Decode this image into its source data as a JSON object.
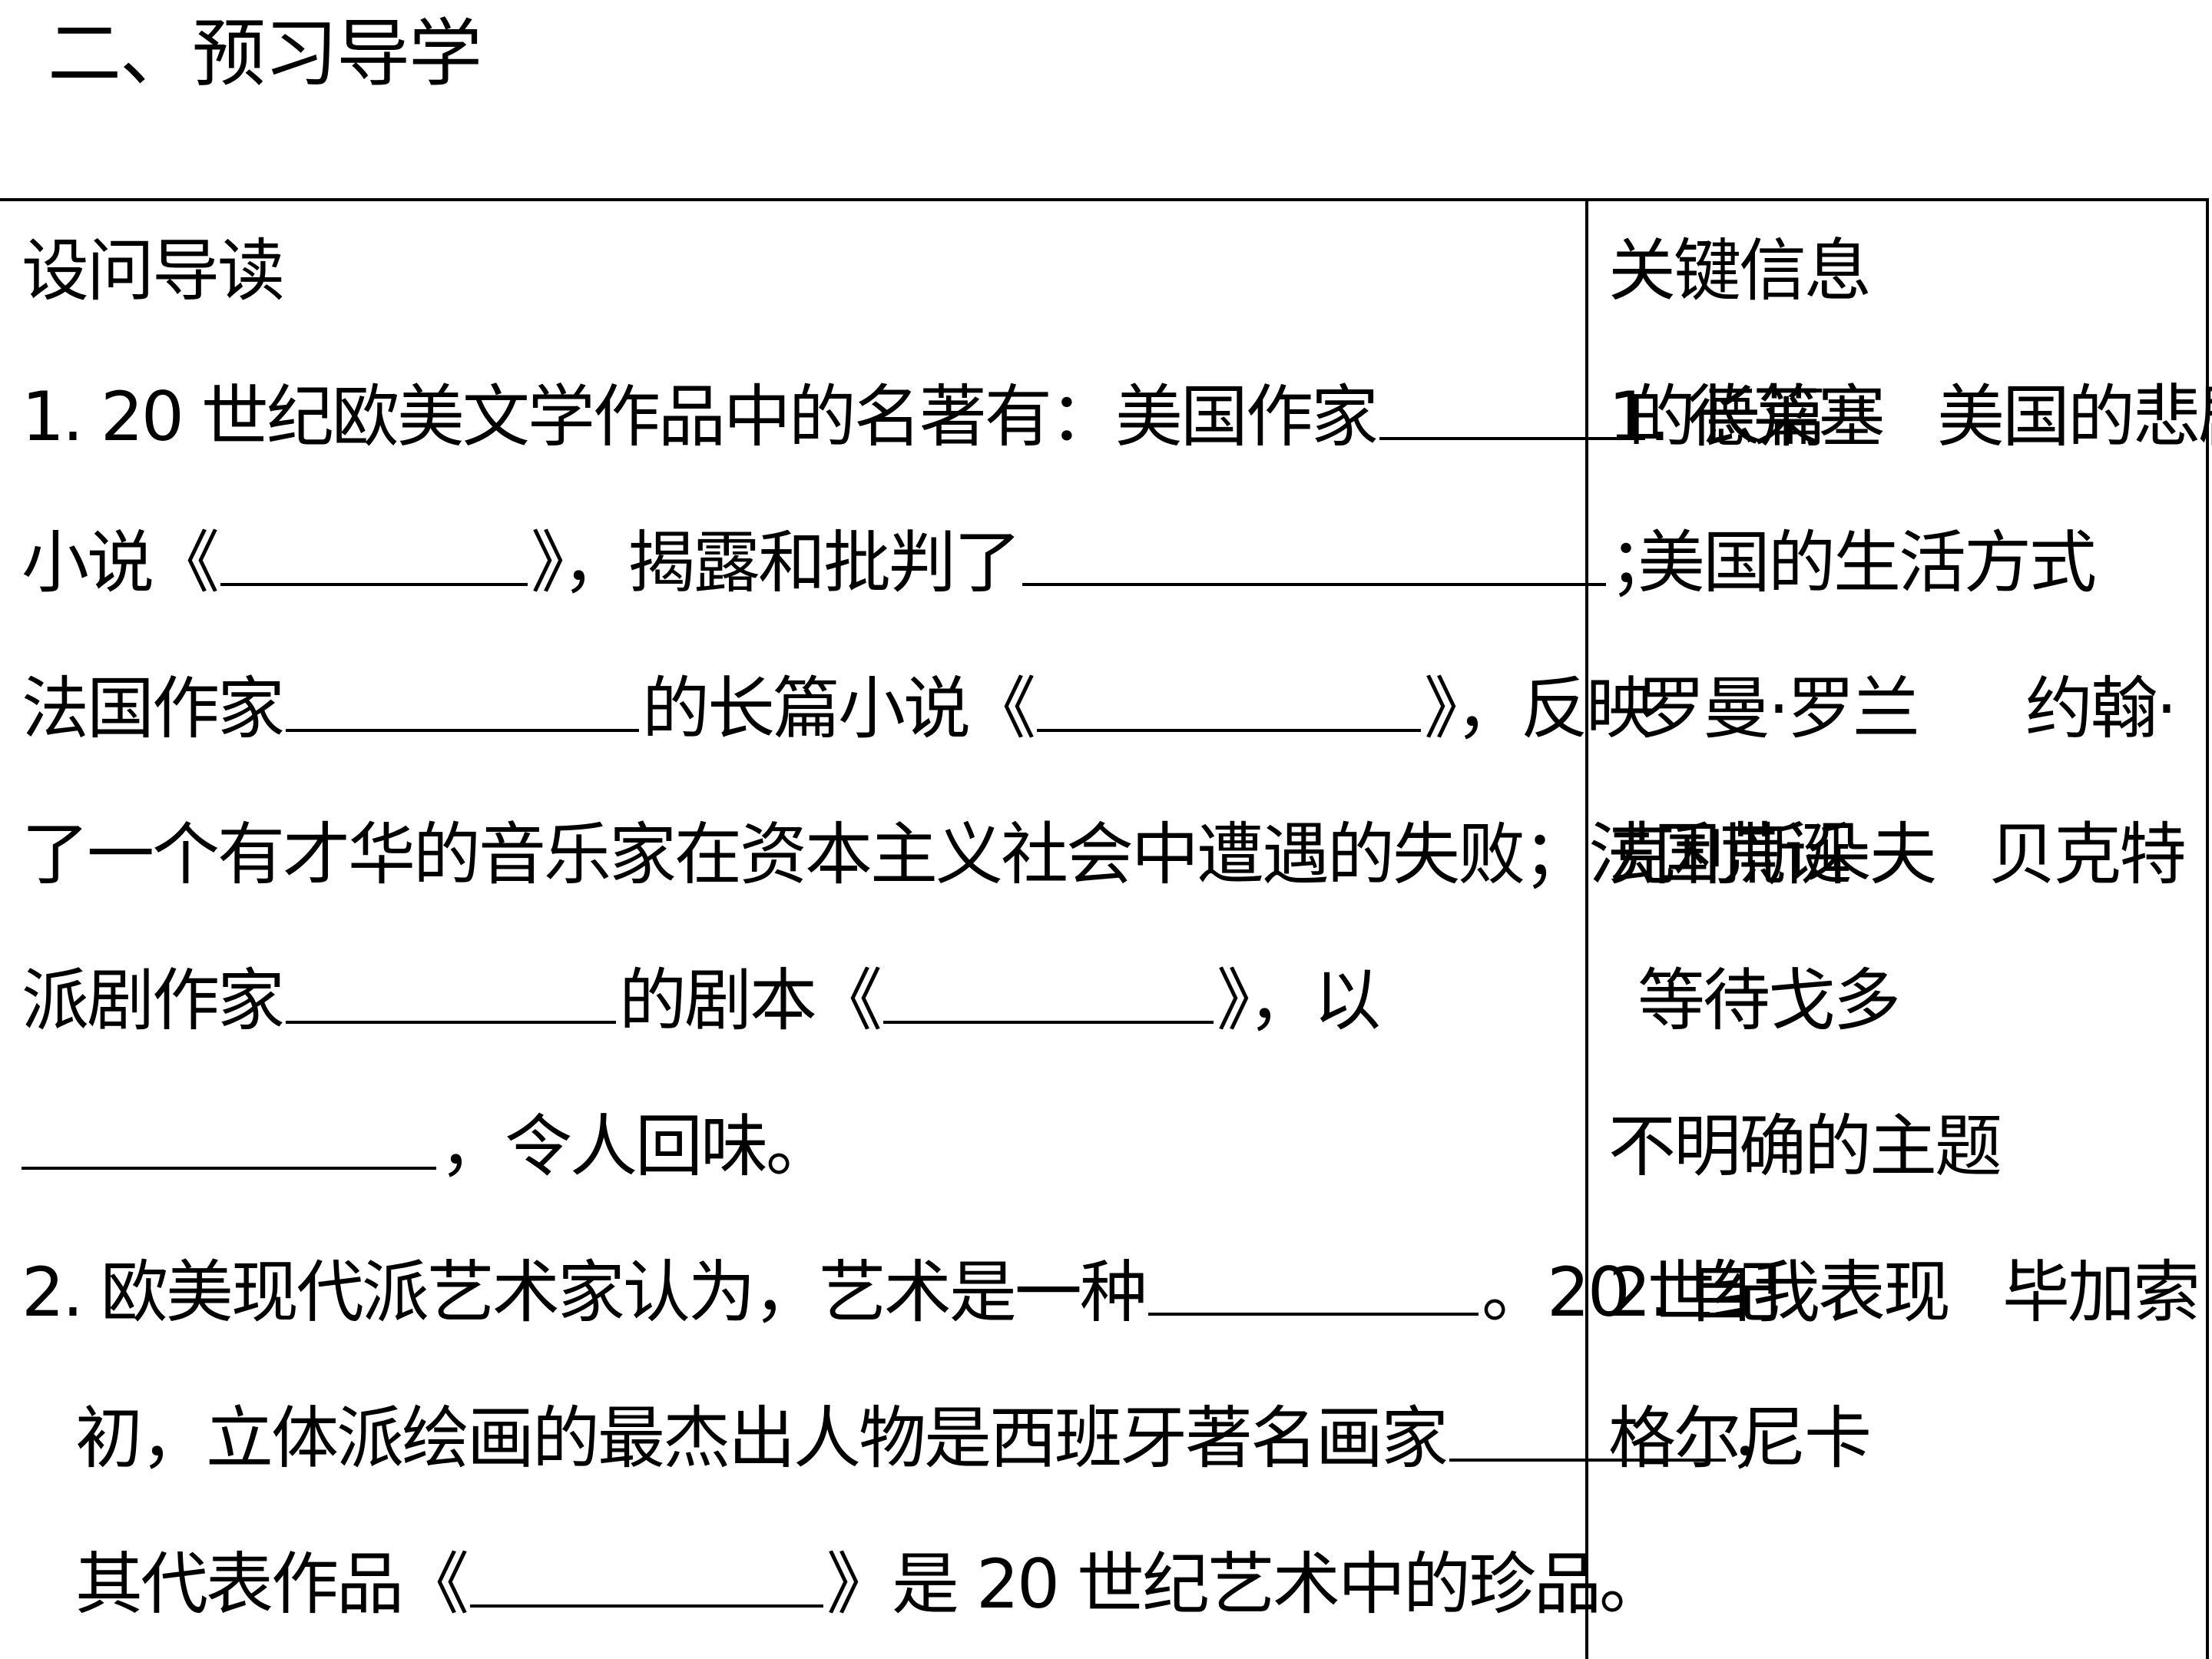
{
  "section_title": "二、预习导学",
  "table": {
    "left_header": "设问导读",
    "right_header": "关键信息",
    "q1": {
      "l1a": "1. 20 世纪欧美文学作品中的名著有：美国作家",
      "l1b": "的长篇",
      "l2a": "小说《",
      "l2b": "》，揭露和批判了",
      "l2c": "；",
      "l3a": "法国作家",
      "l3b": "的长篇小说《",
      "l3c": "》，反映",
      "l4": "了一个有才华的音乐家在资本主义社会中遭遇的失败；法国荒诞",
      "l5a": "派剧作家",
      "l5b": "的剧本《",
      "l5c": "》，以",
      "l6": "，令人回味。"
    },
    "q2": {
      "l1a": "2. 欧美现代派艺术家认为，艺术是一种",
      "l1b": "。20 世纪",
      "l2a": "初，立体派绘画的最杰出人物是西班牙著名画家",
      "l2b": "，",
      "l3a": "其代表作品《",
      "l3b": "》是 20 世纪艺术中的珍品。"
    },
    "a1": {
      "l1a": "1. 德莱塞",
      "l1b": "美国的悲剧",
      "l2": "美国的生活方式",
      "l3a": "罗曼·罗兰",
      "l3b": "约翰·",
      "l4a": "克利斯朵夫",
      "l4b": "贝克特",
      "l5": "等待戈多",
      "l6": "不明确的主题"
    },
    "a2": {
      "l1a": "2. 自我表现",
      "l1b": "毕加索",
      "l2": "格尔尼卡"
    }
  }
}
